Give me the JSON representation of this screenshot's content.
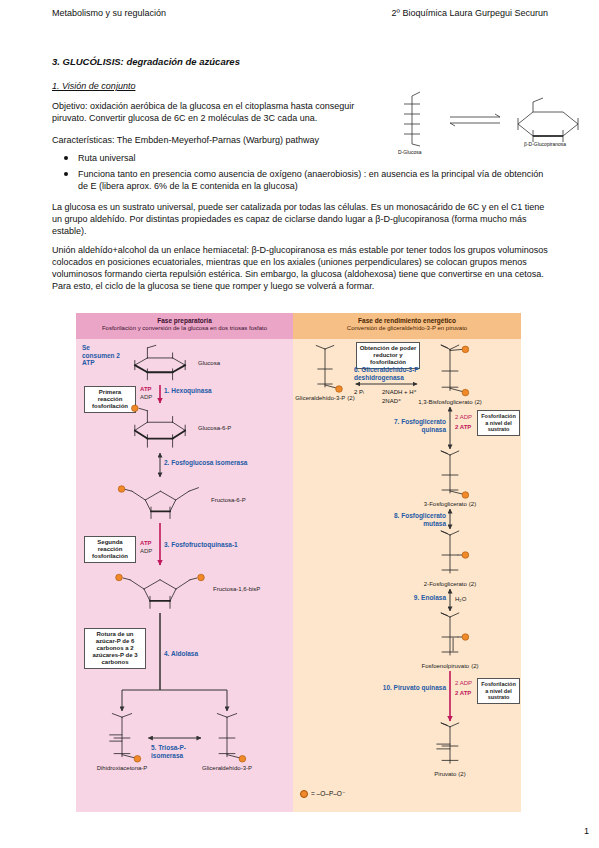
{
  "diagram": {
    "title": "3. GLUCÓLISIS: degradación de azúcares",
    "nodes": [
      {
        "text": [
          "Fase preparatoria",
          "Fosforilación y conversión de la glucosa en dos triosas fosfato"
        ]
      },
      {
        "text": [
          "Glucosa"
        ],
        "in": 0
      },
      {
        "text": [
          "Primera reacción fosforilación"
        ],
        "in": 0
      },
      {
        "text": [
          "Glucosa-6-P"
        ],
        "in": 0
      },
      {
        "text": [
          "Fructosa-6-P"
        ],
        "in": 0
      },
      {
        "text": [
          "Segunda reacción fosforilación"
        ],
        "in": 0
      },
      {
        "text": [
          "Fructosa-1,6-bisP"
        ],
        "in": 0
      },
      {
        "text": [
          "Rotura de un azúcar-P de 6 carbonos a 2 azúcares-P de 3 carbonos"
        ],
        "in": 0
      },
      {
        "text": [
          "Dihidroxiacetona-P"
        ],
        "in": 0
      },
      {
        "text": [
          "Gliceraldehído-3-P"
        ],
        "in": 0
      },
      {
        "text": [
          "Fase de rendimiento energético",
          "Conversión de gliceraldehído-3-P en piruvato"
        ]
      },
      {
        "text": [
          "Obtención de poder reductor y fosforilación"
        ],
        "in": 10
      },
      {
        "text": [
          "Gliceraldehído-3-P",
          "(2)"
        ],
        "in": 10
      },
      {
        "text": [
          "1,3-Bisfosfoglicerato",
          "(2)"
        ],
        "in": 10
      },
      {
        "text": [
          "Fosforilación a nivel del sustrato"
        ],
        "in": 10
      },
      {
        "text": [
          "3-Fosfoglicerato",
          "(2)"
        ],
        "in": 10
      },
      {
        "text": [
          "2-Fosfoglicerato",
          "(2)"
        ],
        "in": 10
      },
      {
        "text": [
          "Fosfoenolpiruvato",
          "(2)"
        ],
        "in": 10
      },
      {
        "text": [
          "Fosforilación a nivel del sustrato"
        ],
        "in": 10
      },
      {
        "text": [
          "Piruvato",
          "(2)"
        ],
        "in": 10
      }
    ],
    "edges": [
      {
        "from": 1,
        "to": 3,
        "label": "1. Hexoquinasa",
        "arrow": "to"
      },
      {
        "from": 3,
        "to": 4,
        "label": "2. Fosfoglucosa isomerasa",
        "arrow": "both"
      },
      {
        "from": 4,
        "to": 6,
        "label": "3. Fosfofructoquinasa-1",
        "arrow": "to"
      },
      {
        "from": 6,
        "to": 8,
        "label": "4. Aldolasa",
        "arrow": "to"
      },
      {
        "from": 6,
        "to": 9,
        "arrow": "to"
      },
      {
        "from": 8,
        "to": 9,
        "label": "5. Triosa-P- isomerasa",
        "arrow": "both"
      },
      {
        "from": 12,
        "to": 13,
        "label": "6. Gliceraldehído-3-P deshidrogenasa",
        "arrow": "both"
      },
      {
        "from": 13,
        "to": 15,
        "label": "7. Fosfoglicerato quinasa",
        "arrow": "both"
      },
      {
        "from": 15,
        "to": 16,
        "label": "8. Fosfoglicerato mutasa",
        "arrow": "both"
      },
      {
        "from": 16,
        "to": 17,
        "label": "9. Enolasa",
        "arrow": "both"
      },
      {
        "from": 17,
        "to": 19,
        "label": "10. Piruvato quinasa",
        "arrow": "to"
      }
    ],
    "labels": [
      "Metabolismo y su regulación",
      "2º Bioquímica Laura Gurpegui Securun",
      "1. Visión de conjunto",
      "Objetivo: oxidación aeróbica de la glucosa en el citoplasma hasta conseguir piruvato. Convertir glucosa de 6C en 2 moléculas de 3C cada una.",
      "Características: The Embden-Meyerhof-Parnas (Warburg) pathway",
      "Ruta universal",
      "Funciona tanto en presencia como ausencia de oxígeno (anaerobiosis) : en ausencia es la principal vía de obtención de E (libera aprox. 6% de la E contenida en la glucosa)",
      "La glucosa es un sustrato universal, puede ser catalizada por todas las células. Es un monosacárido de 6C y en el C1 tiene un grupo aldehído. Por distintas propiedades es capaz de ciclarse dando lugar a β-D-glucopiranosa (forma mucho más estable).",
      "Unión aldehído+alcohol da un enlace hemiacetal: β-D-glucopiranosa es más estable por tener todos los grupos voluminosos colocados en posiciones ecuatoriales, mientras que en los axiales (uniones perpendiculares) se colocan grupos menos voluminosos formando cierta repulsión estérica. Sin embargo, la glucosa (aldohexosa) tiene que convertirse en una cetosa. Para esto, el ciclo de la glucosa se tiene que romper y luego se volverá a formar.",
      "D-Glucosa",
      "β-D-Glucopiranosa",
      "Se consumen 2 ATP",
      "ATP",
      "ADP",
      "ATP",
      "ADP",
      "2 Pᵢ",
      "2NAD⁺",
      "2NADH + H⁺",
      "2 ADP",
      "2 ATP",
      "H₂O",
      "2 ADP",
      "2 ATP",
      "1"
    ],
    "legend": [
      {
        "text": "= –O–P–O⁻",
        "color": "#f0892a"
      }
    ]
  }
}
